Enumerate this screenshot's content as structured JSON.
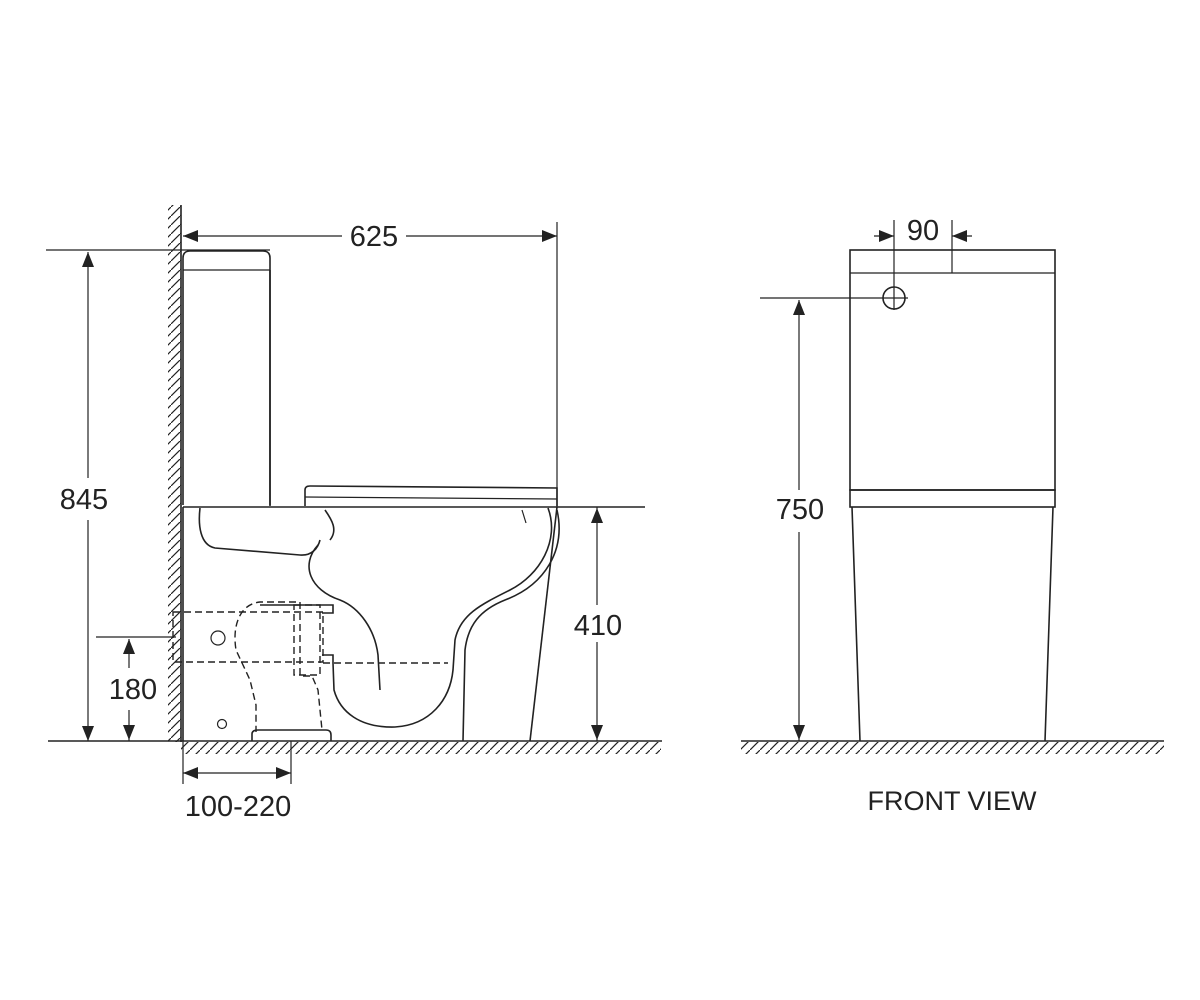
{
  "side_view": {
    "dim_width": "625",
    "dim_height_total": "845",
    "dim_seat_height": "410",
    "dim_inlet_height": "180",
    "dim_outlet_offset": "100-220"
  },
  "front_view": {
    "title": "FRONT VIEW",
    "dim_inlet_offset": "90",
    "dim_inlet_height": "750"
  },
  "colors": {
    "line": "#222222",
    "background": "#ffffff"
  }
}
